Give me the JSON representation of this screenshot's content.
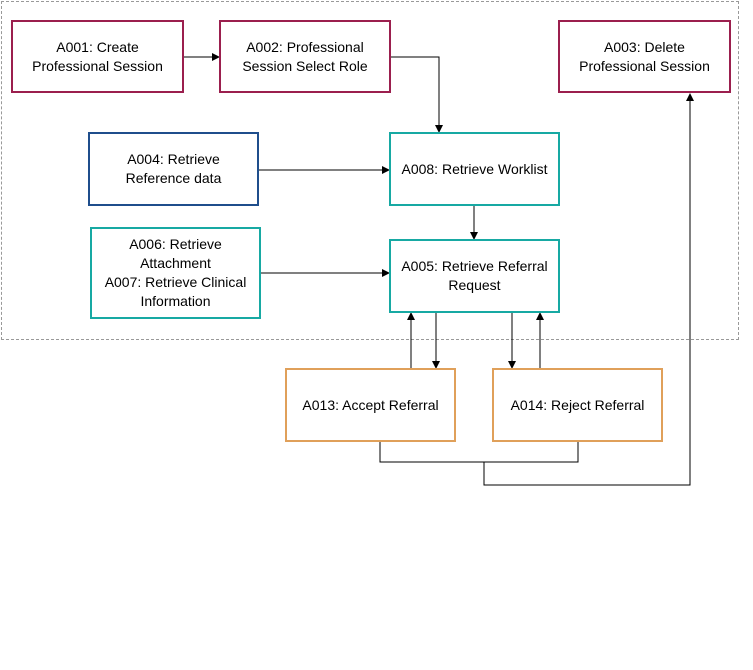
{
  "colors": {
    "session": "#9b1f4e",
    "reference": "#1f4e8c",
    "worklist": "#17a9a3",
    "response": "#e0a05a",
    "line": "#000000",
    "group_border": "#999999"
  },
  "nodes": {
    "a001": "A001: Create\nProfessional Session",
    "a002": "A002: Professional\nSession Select Role",
    "a003": "A003: Delete\nProfessional Session",
    "a004": "A004: Retrieve\nReference data",
    "a008": "A008: Retrieve Worklist",
    "a006_a007": "A006: Retrieve\nAttachment\nA007: Retrieve Clinical\nInformation",
    "a005": "A005: Retrieve Referral\nRequest",
    "a013": "A013: Accept Referral",
    "a014": "A014: Reject Referral"
  }
}
